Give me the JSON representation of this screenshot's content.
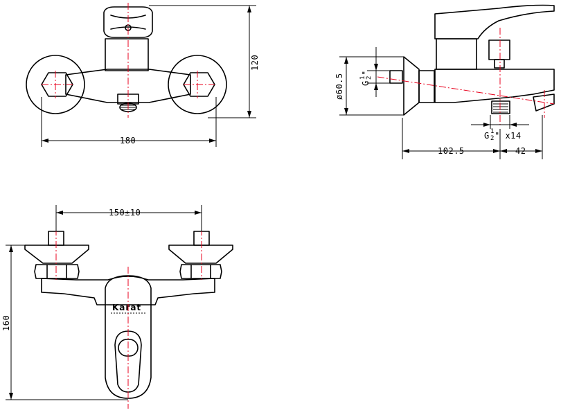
{
  "dimensions": {
    "top_view": {
      "height": "120",
      "width": "180"
    },
    "side_view": {
      "diameter": "ø60.5",
      "inlet_thread_main": "G",
      "inlet_thread_num": "1",
      "inlet_thread_den": "2",
      "inlet_thread_suffix": "\"",
      "outlet_thread_main": "G",
      "outlet_thread_num": "1",
      "outlet_thread_den": "2",
      "outlet_thread_suffix": "\" x14",
      "depth": "102.5",
      "offset": "42"
    },
    "front_view": {
      "spacing": "150±10",
      "height": "160"
    }
  },
  "brand": {
    "logo_text": "Karat"
  }
}
